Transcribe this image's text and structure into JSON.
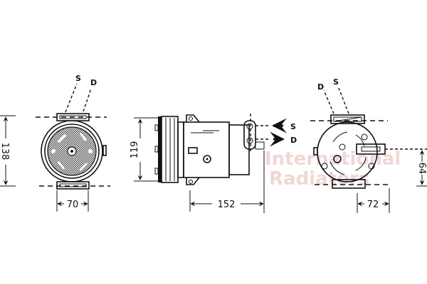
{
  "diagram": {
    "watermark": {
      "line1": "International",
      "line2": "Radiators"
    },
    "front_view": {
      "port_labels": {
        "suction": "S",
        "discharge": "D"
      },
      "height_dim": "138",
      "width_dim": "70"
    },
    "side_view": {
      "height_dim": "119",
      "length_dim": "152",
      "arrow_labels": {
        "suction": "S",
        "discharge": "D"
      }
    },
    "rear_view": {
      "port_labels": {
        "discharge": "D",
        "suction": "S"
      },
      "offset_dim": "64",
      "width_dim": "72"
    },
    "colors": {
      "line": "#111111",
      "fill_gray": "#9a9a9a",
      "watermark": "#f2d6d6"
    }
  }
}
